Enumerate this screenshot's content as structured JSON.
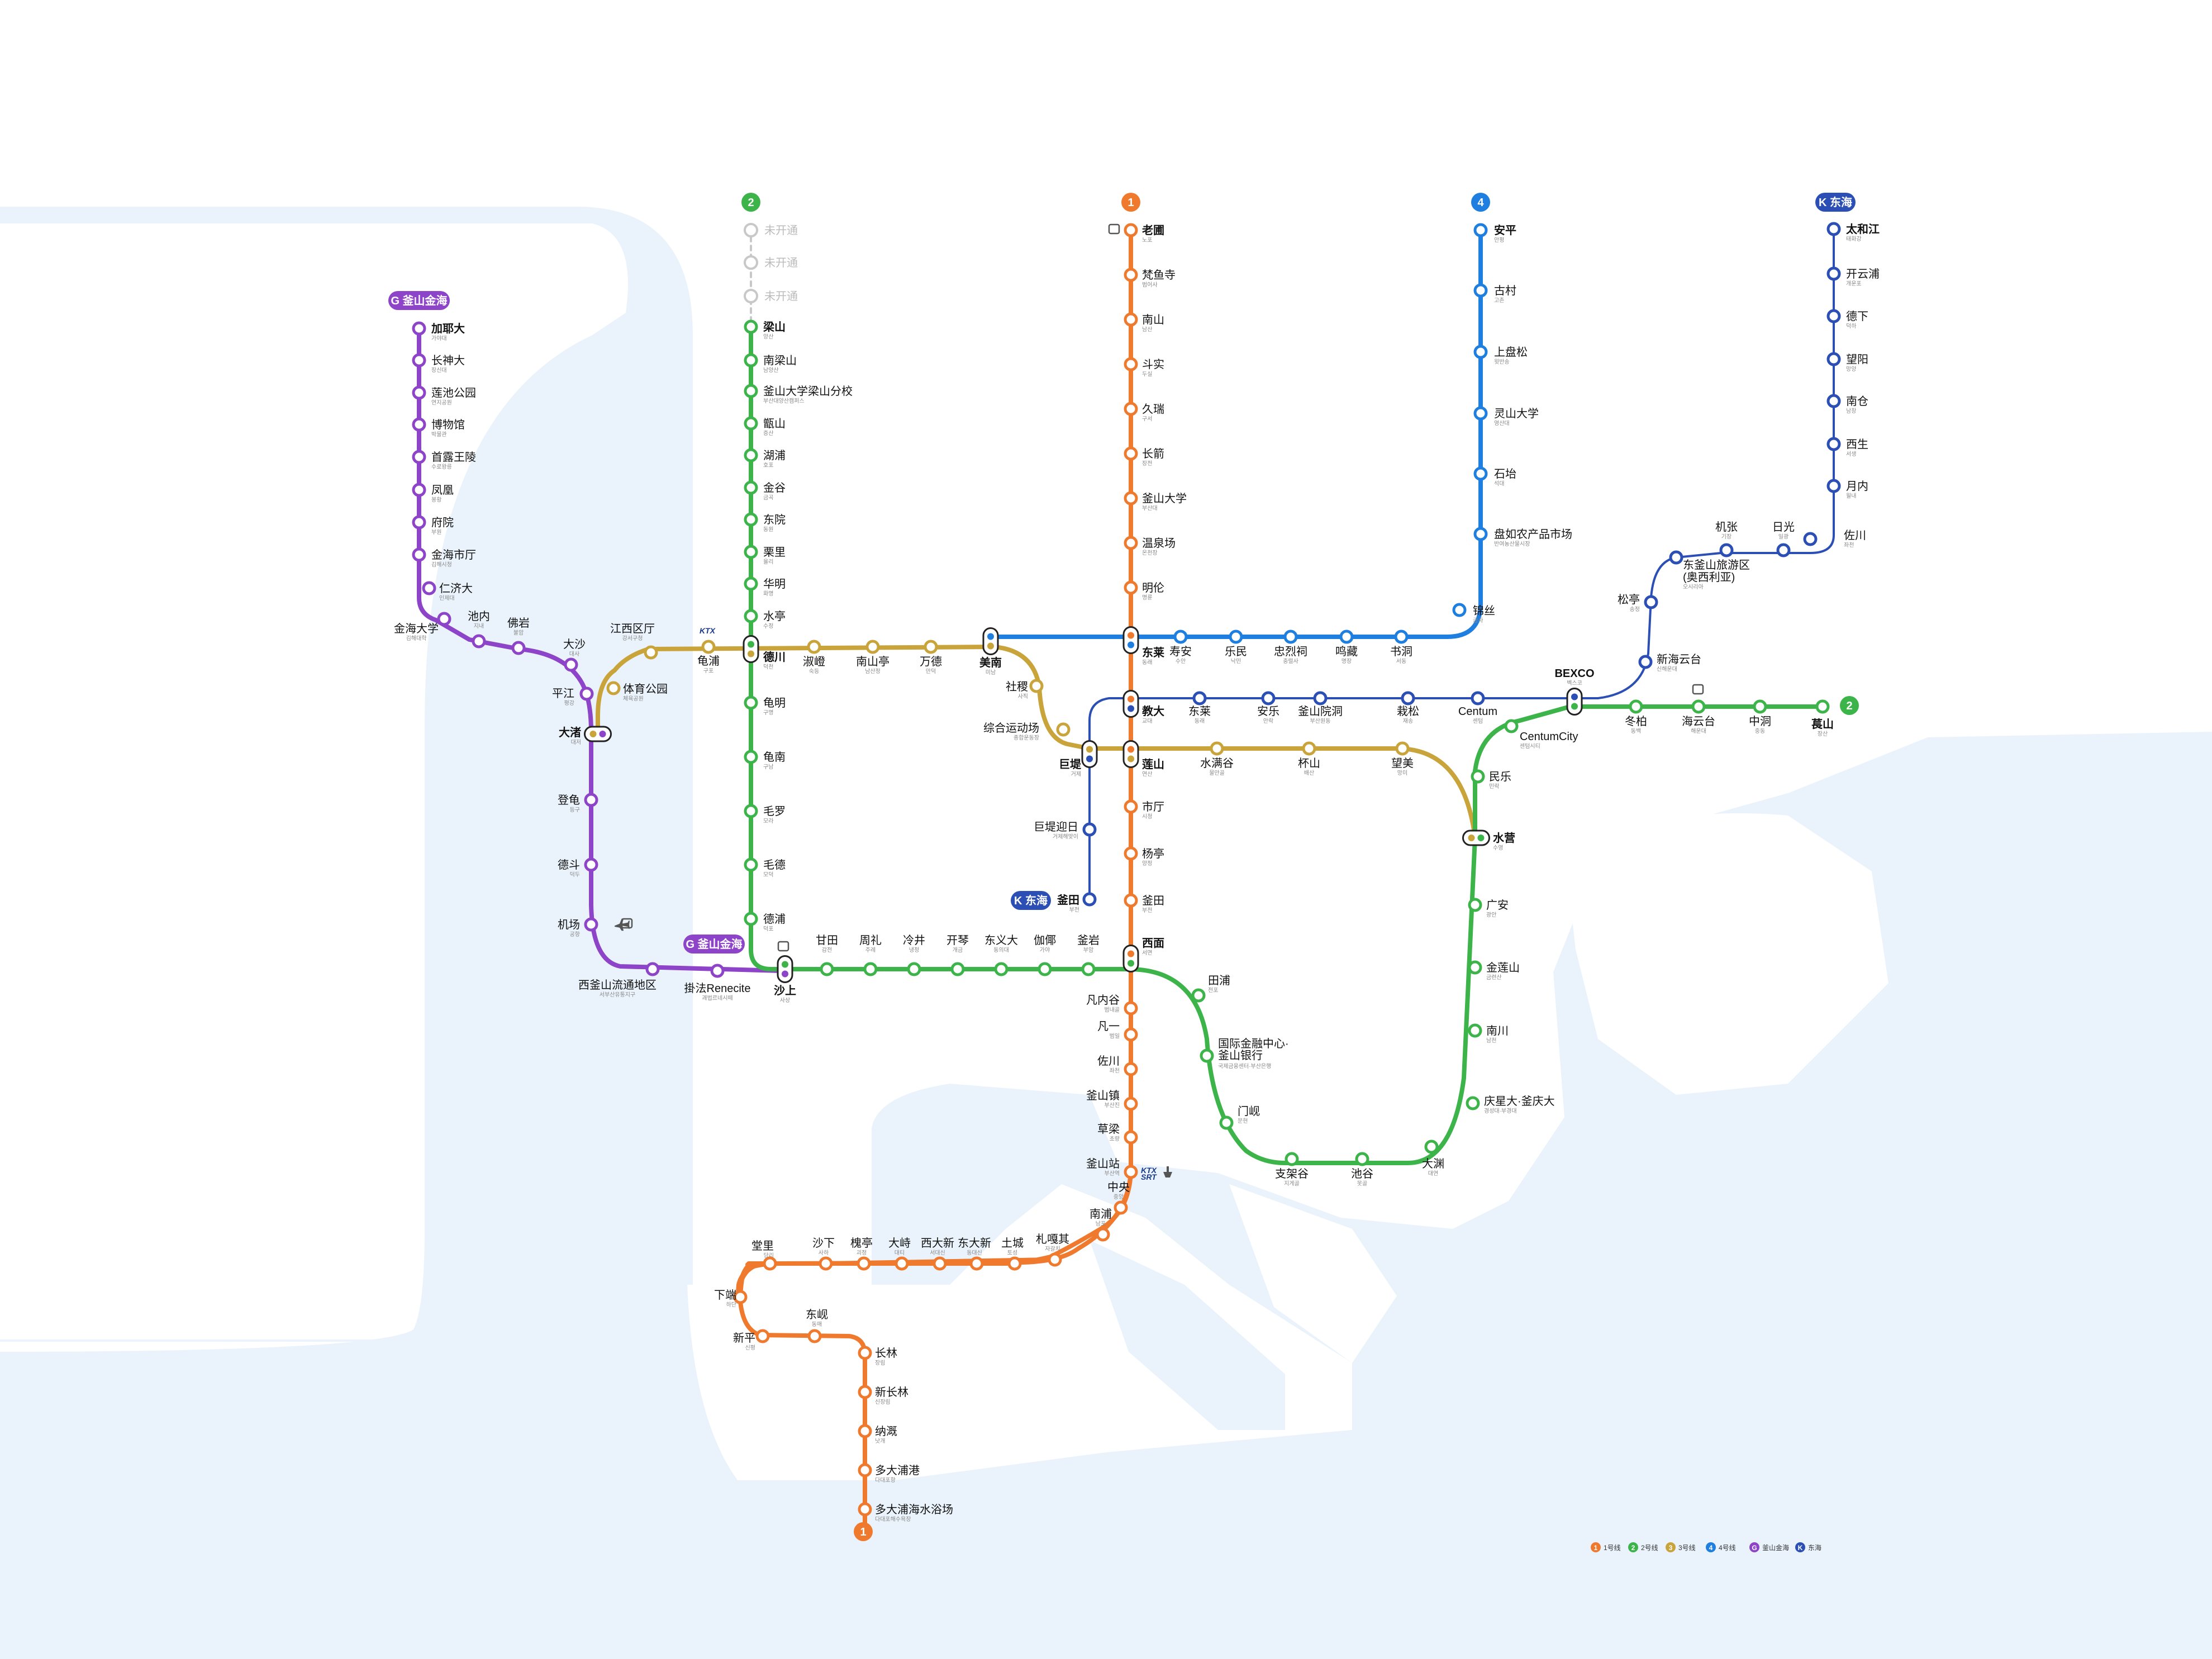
{
  "colors": {
    "line1": "#ef7a2e",
    "line2": "#3cb44a",
    "line3": "#c9a43b",
    "line4": "#1e7fe0",
    "lineG": "#8e44c8",
    "lineK": "#2b4fb4",
    "water": "#eaf3fb",
    "unopened": "#c8c8c8"
  },
  "badges": {
    "line1_top": "1",
    "line1_bottom": "1",
    "line2_top": "2",
    "line2_right": "2",
    "line4_top": "4",
    "lineK_top": "K 东海",
    "lineK_bottom": "K 东海",
    "lineG_top": "G 釜山金海",
    "lineG_bottom": "G 釜山金海"
  },
  "legend": [
    {
      "num": "1",
      "label": "1号线"
    },
    {
      "num": "2",
      "label": "2号线"
    },
    {
      "num": "3",
      "label": "3号线"
    },
    {
      "num": "4",
      "label": "4号线"
    },
    {
      "num": "G",
      "label": "釜山金海"
    },
    {
      "num": "K",
      "label": "东海"
    }
  ],
  "transfer_badges": {
    "ktx": "KTX",
    "srt": "SRT"
  },
  "stations": {
    "line1": [
      {
        "zh": "老圃",
        "ko": "노포",
        "bold": true
      },
      {
        "zh": "梵鱼寺",
        "ko": "범어사"
      },
      {
        "zh": "南山",
        "ko": "남산"
      },
      {
        "zh": "斗实",
        "ko": "두실"
      },
      {
        "zh": "久瑞",
        "ko": "구서"
      },
      {
        "zh": "长箭",
        "ko": "장전"
      },
      {
        "zh": "釜山大学",
        "ko": "부산대"
      },
      {
        "zh": "温泉场",
        "ko": "온천장"
      },
      {
        "zh": "明伦",
        "ko": "명륜"
      },
      {
        "zh": "东莱",
        "ko": "동래",
        "bold": true
      },
      {
        "zh": "教大",
        "ko": "교대",
        "bold": true
      },
      {
        "zh": "莲山",
        "ko": "연산",
        "bold": true
      },
      {
        "zh": "市厅",
        "ko": "시청"
      },
      {
        "zh": "杨亭",
        "ko": "양정"
      },
      {
        "zh": "釜田",
        "ko": "부전"
      },
      {
        "zh": "西面",
        "ko": "서면",
        "bold": true
      },
      {
        "zh": "凡内谷",
        "ko": "범내골"
      },
      {
        "zh": "凡一",
        "ko": "범일"
      },
      {
        "zh": "佐川",
        "ko": "좌천"
      },
      {
        "zh": "釜山镇",
        "ko": "부산진"
      },
      {
        "zh": "草梁",
        "ko": "초량"
      },
      {
        "zh": "釜山站",
        "ko": "부산역"
      },
      {
        "zh": "中央",
        "ko": "중앙"
      },
      {
        "zh": "南浦",
        "ko": "남포"
      },
      {
        "zh": "札嘎其",
        "ko": "자갈치"
      },
      {
        "zh": "土城",
        "ko": "토성"
      },
      {
        "zh": "东大新",
        "ko": "동대신"
      },
      {
        "zh": "西大新",
        "ko": "서대신"
      },
      {
        "zh": "大峙",
        "ko": "대티"
      },
      {
        "zh": "槐亭",
        "ko": "괴정"
      },
      {
        "zh": "沙下",
        "ko": "사하"
      },
      {
        "zh": "堂里",
        "ko": "당리"
      },
      {
        "zh": "下端",
        "ko": "하단"
      },
      {
        "zh": "新平",
        "ko": "신평"
      },
      {
        "zh": "东岘",
        "ko": "동매"
      },
      {
        "zh": "长林",
        "ko": "장림"
      },
      {
        "zh": "新长林",
        "ko": "신장림"
      },
      {
        "zh": "纳溉",
        "ko": "낫개"
      },
      {
        "zh": "多大浦港",
        "ko": "다대포항"
      },
      {
        "zh": "多大浦海水浴场",
        "ko": "다대포해수욕장"
      }
    ],
    "line2_unopened": [
      "未开通",
      "未开通",
      "未开通"
    ],
    "line2": [
      {
        "zh": "梁山",
        "ko": "양산",
        "bold": true
      },
      {
        "zh": "南梁山",
        "ko": "남양산"
      },
      {
        "zh": "釜山大学梁山分校",
        "ko": "부산대양산캠퍼스"
      },
      {
        "zh": "甑山",
        "ko": "증산"
      },
      {
        "zh": "湖浦",
        "ko": "호포"
      },
      {
        "zh": "金谷",
        "ko": "금곡"
      },
      {
        "zh": "东院",
        "ko": "동원"
      },
      {
        "zh": "栗里",
        "ko": "율리"
      },
      {
        "zh": "华明",
        "ko": "화명"
      },
      {
        "zh": "水亭",
        "ko": "수정"
      },
      {
        "zh": "德川",
        "ko": "덕천",
        "bold": true
      },
      {
        "zh": "龟明",
        "ko": "구명"
      },
      {
        "zh": "龟南",
        "ko": "구남"
      },
      {
        "zh": "毛罗",
        "ko": "모라"
      },
      {
        "zh": "毛德",
        "ko": "모덕"
      },
      {
        "zh": "德浦",
        "ko": "덕포"
      },
      {
        "zh": "沙上",
        "ko": "사상",
        "bold": true
      },
      {
        "zh": "甘田",
        "ko": "감전"
      },
      {
        "zh": "周礼",
        "ko": "주례"
      },
      {
        "zh": "冷井",
        "ko": "냉정"
      },
      {
        "zh": "开琴",
        "ko": "개금"
      },
      {
        "zh": "东义大",
        "ko": "동의대"
      },
      {
        "zh": "伽倻",
        "ko": "가야"
      },
      {
        "zh": "釜岩",
        "ko": "부암"
      },
      {
        "zh": "西面",
        "ko": "서면"
      },
      {
        "zh": "田浦",
        "ko": "전포"
      },
      {
        "zh": "国际金融中心·釜山银行",
        "ko": "국제금융센터·부산은행"
      },
      {
        "zh": "门岘",
        "ko": "문현"
      },
      {
        "zh": "支架谷",
        "ko": "지게골"
      },
      {
        "zh": "池谷",
        "ko": "못골"
      },
      {
        "zh": "大渊",
        "ko": "대연"
      },
      {
        "zh": "庆星大·釜庆大",
        "ko": "경성대·부경대"
      },
      {
        "zh": "南川",
        "ko": "남천"
      },
      {
        "zh": "金莲山",
        "ko": "금련산"
      },
      {
        "zh": "广安",
        "ko": "광안"
      },
      {
        "zh": "水营",
        "ko": "수영",
        "bold": true
      },
      {
        "zh": "民乐",
        "ko": "민락"
      },
      {
        "zh": "CentumCity",
        "ko": "센텀시티"
      },
      {
        "zh": "BEXCO",
        "ko": "벡스코",
        "bold": true
      },
      {
        "zh": "冬柏",
        "ko": "동백"
      },
      {
        "zh": "海云台",
        "ko": "해운대"
      },
      {
        "zh": "中洞",
        "ko": "중동"
      },
      {
        "zh": "萇山",
        "ko": "장산",
        "bold": true
      }
    ],
    "line3": [
      {
        "zh": "大渚",
        "ko": "대저",
        "bold": true
      },
      {
        "zh": "体育公园",
        "ko": "체육공원"
      },
      {
        "zh": "江西区厅",
        "ko": "강서구청"
      },
      {
        "zh": "龟浦",
        "ko": "구포"
      },
      {
        "zh": "德川",
        "ko": "덕천"
      },
      {
        "zh": "淑嶝",
        "ko": "숙등"
      },
      {
        "zh": "南山亭",
        "ko": "남산정"
      },
      {
        "zh": "万德",
        "ko": "만덕"
      },
      {
        "zh": "美南",
        "ko": "미남",
        "bold": true
      },
      {
        "zh": "社稷",
        "ko": "사직"
      },
      {
        "zh": "综合运动场",
        "ko": "종합운동장"
      },
      {
        "zh": "巨堤",
        "ko": "거제",
        "bold": true
      },
      {
        "zh": "莲山",
        "ko": "연산"
      },
      {
        "zh": "水满谷",
        "ko": "물만골"
      },
      {
        "zh": "杯山",
        "ko": "배산"
      },
      {
        "zh": "望美",
        "ko": "망미"
      },
      {
        "zh": "水营",
        "ko": "수영"
      }
    ],
    "line4": [
      {
        "zh": "安平",
        "ko": "안평",
        "bold": true
      },
      {
        "zh": "古村",
        "ko": "고촌"
      },
      {
        "zh": "上盘松",
        "ko": "윗반송"
      },
      {
        "zh": "灵山大学",
        "ko": "영산대"
      },
      {
        "zh": "石坮",
        "ko": "석대"
      },
      {
        "zh": "盘如农产品市场",
        "ko": "반여농산물시장"
      },
      {
        "zh": "锦丝",
        "ko": "금사"
      },
      {
        "zh": "书洞",
        "ko": "서동"
      },
      {
        "zh": "鸣藏",
        "ko": "명장"
      },
      {
        "zh": "忠烈祠",
        "ko": "충렬사"
      },
      {
        "zh": "乐民",
        "ko": "낙민"
      },
      {
        "zh": "寿安",
        "ko": "수안"
      },
      {
        "zh": "东莱",
        "ko": "동래"
      },
      {
        "zh": "美南",
        "ko": "미남"
      }
    ],
    "lineK": [
      {
        "zh": "太和江",
        "ko": "태화강",
        "bold": true
      },
      {
        "zh": "开云浦",
        "ko": "개운포"
      },
      {
        "zh": "德下",
        "ko": "덕하"
      },
      {
        "zh": "望阳",
        "ko": "망양"
      },
      {
        "zh": "南仓",
        "ko": "남창"
      },
      {
        "zh": "西生",
        "ko": "서생"
      },
      {
        "zh": "月内",
        "ko": "월내"
      },
      {
        "zh": "佐川",
        "ko": "좌천"
      },
      {
        "zh": "日光",
        "ko": "일광"
      },
      {
        "zh": "机张",
        "ko": "기장"
      },
      {
        "zh": "东釜山旅游区(奥西利亚)",
        "zh1": "东釜山旅游区",
        "zh2": "(奥西利亚)",
        "ko": "오시리아"
      },
      {
        "zh": "松亭",
        "ko": "송정"
      },
      {
        "zh": "新海云台",
        "ko": "신해운대"
      },
      {
        "zh": "BEXCO",
        "ko": "벡스코"
      },
      {
        "zh": "Centum",
        "ko": "센텀"
      },
      {
        "zh": "栽松",
        "ko": "재송"
      },
      {
        "zh": "釜山院洞",
        "ko": "부산원동"
      },
      {
        "zh": "安乐",
        "ko": "안락"
      },
      {
        "zh": "东莱",
        "ko": "동래"
      },
      {
        "zh": "教大",
        "ko": "교대"
      },
      {
        "zh": "巨堤",
        "ko": "거제"
      },
      {
        "zh": "巨堤迎日",
        "ko": "거제해맞이"
      },
      {
        "zh": "釜田",
        "ko": "부전",
        "bold": true
      }
    ],
    "lineG": [
      {
        "zh": "加耶大",
        "ko": "가야대",
        "bold": true
      },
      {
        "zh": "长神大",
        "ko": "장신대"
      },
      {
        "zh": "莲池公园",
        "ko": "연지공원"
      },
      {
        "zh": "博物馆",
        "ko": "박물관"
      },
      {
        "zh": "首露王陵",
        "ko": "수로왕릉"
      },
      {
        "zh": "凤凰",
        "ko": "봉황"
      },
      {
        "zh": "府院",
        "ko": "부원"
      },
      {
        "zh": "金海市厅",
        "ko": "김해시청"
      },
      {
        "zh": "仁济大",
        "ko": "인제대"
      },
      {
        "zh": "金海大学",
        "ko": "김해대학"
      },
      {
        "zh": "池内",
        "ko": "지내"
      },
      {
        "zh": "佛岩",
        "ko": "불암"
      },
      {
        "zh": "大沙",
        "ko": "대사"
      },
      {
        "zh": "平江",
        "ko": "평강"
      },
      {
        "zh": "大渚",
        "ko": "대저"
      },
      {
        "zh": "登龟",
        "ko": "등구"
      },
      {
        "zh": "德斗",
        "ko": "덕두"
      },
      {
        "zh": "机场",
        "ko": "공항"
      },
      {
        "zh": "西釜山流通地区",
        "ko": "서부산유통지구"
      },
      {
        "zh": "掛法Renecite",
        "ko": "괘법르네시떼"
      },
      {
        "zh": "沙上",
        "ko": "사상"
      }
    ]
  }
}
